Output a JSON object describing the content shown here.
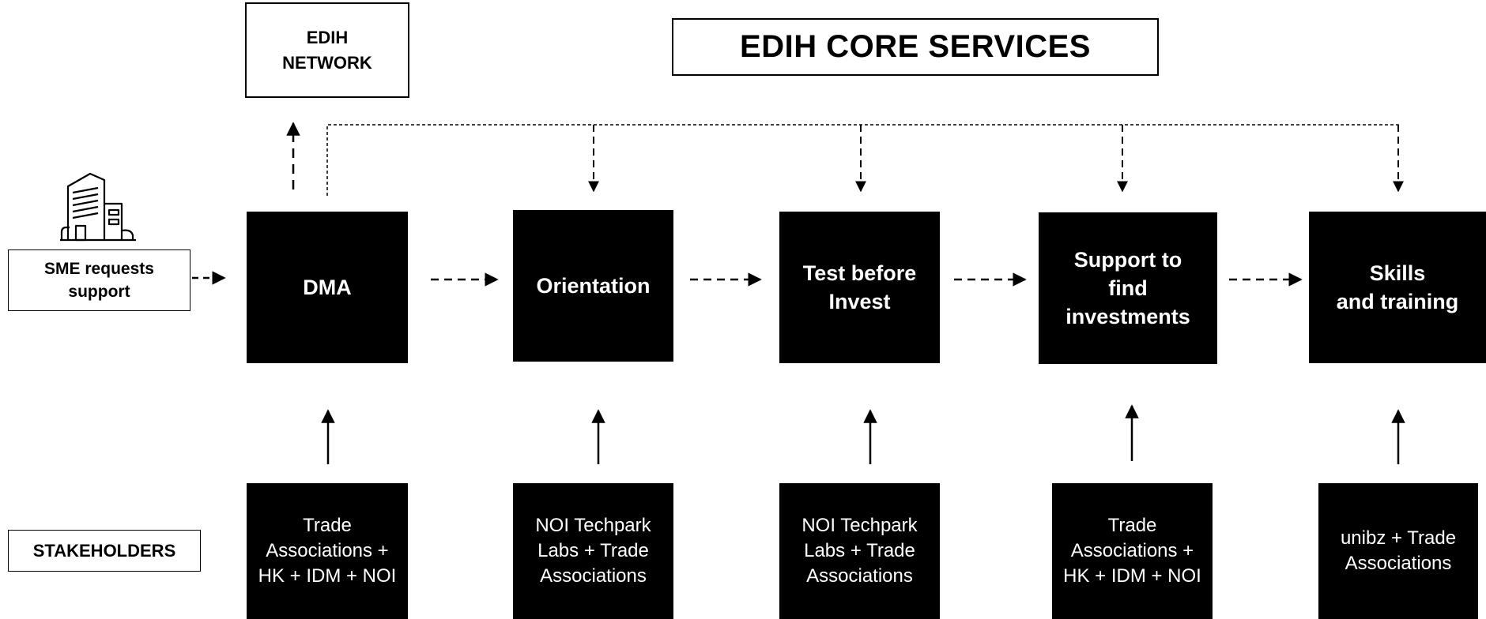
{
  "title": "EDIH CORE SERVICES",
  "network_label": "EDIH\nNETWORK",
  "sme_label": "SME requests\nsupport",
  "stakeholders_label": "STAKEHOLDERS",
  "services": [
    {
      "id": "dma",
      "label": "DMA"
    },
    {
      "id": "orientation",
      "label": "Orientation"
    },
    {
      "id": "test-before-invest",
      "label": "Test before\nInvest"
    },
    {
      "id": "support-investments",
      "label": "Support to\nfind\ninvestments"
    },
    {
      "id": "skills-training",
      "label": "Skills\nand training"
    }
  ],
  "stakeholders": [
    {
      "label": "Trade\nAssociations +\nHK + IDM + NOI"
    },
    {
      "label": "NOI Techpark\nLabs + Trade\nAssociations"
    },
    {
      "label": "NOI Techpark\nLabs + Trade\nAssociations"
    },
    {
      "label": "Trade\nAssociations +\nHK + IDM + NOI"
    },
    {
      "label": "unibz + Trade\nAssociations"
    }
  ],
  "icons": {
    "building": "office-building-icon"
  },
  "colors": {
    "box_fill": "#000000",
    "box_text": "#ffffff",
    "line": "#000000",
    "background": "#ffffff"
  }
}
